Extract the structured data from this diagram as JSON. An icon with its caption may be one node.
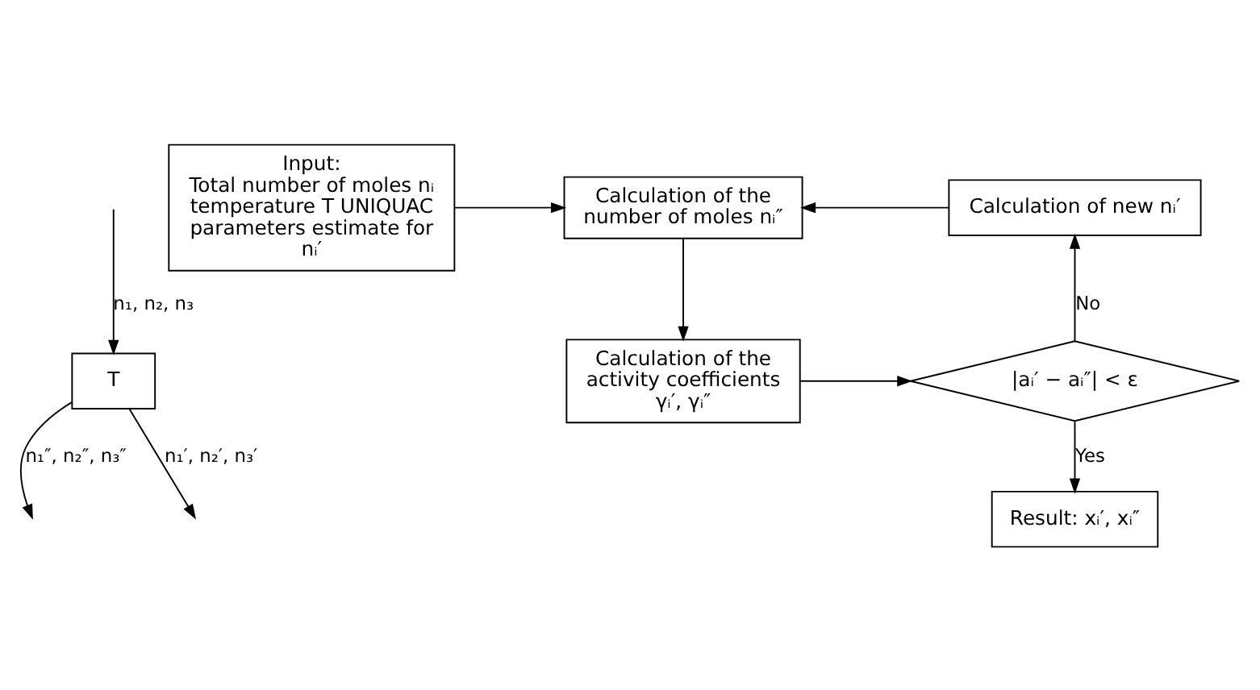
{
  "diagram": {
    "nodes": [
      {
        "text": [
          "T"
        ]
      },
      {
        "text": [
          "Input:",
          "Total number of moles nᵢ temperature T UNIQUAC parameters estimate for nᵢ′"
        ]
      },
      {
        "text": [
          "Calculation of the number of moles nᵢ″"
        ]
      },
      {
        "text": [
          "Calculation of the activity coefficients",
          "γᵢ′, γᵢ″"
        ]
      },
      {
        "text": [
          "|aᵢ′ − aᵢ″| < ε"
        ]
      },
      {
        "text": [
          "Calculation of new nᵢ′"
        ]
      },
      {
        "text": [
          "Result: xᵢ′, xᵢ″"
        ]
      }
    ],
    "edges": [
      {
        "from": null,
        "to": 0,
        "arrow": "to",
        "label": "n₁, n₂, n₃"
      },
      {
        "from": 0,
        "to": null,
        "arrow": "to",
        "label": "n₁″, n₂″, n₃″"
      },
      {
        "from": 0,
        "to": null,
        "arrow": "to",
        "label": "n₁′, n₂′, n₃′"
      },
      {
        "from": 1,
        "to": 2,
        "arrow": "to"
      },
      {
        "from": 2,
        "to": 3,
        "arrow": "to"
      },
      {
        "from": 3,
        "to": 4,
        "arrow": "to"
      },
      {
        "from": 4,
        "to": 5,
        "arrow": "to",
        "label": "No"
      },
      {
        "from": 5,
        "to": 2,
        "arrow": "to"
      },
      {
        "from": 4,
        "to": 6,
        "arrow": "to",
        "label": "Yes"
      }
    ]
  }
}
